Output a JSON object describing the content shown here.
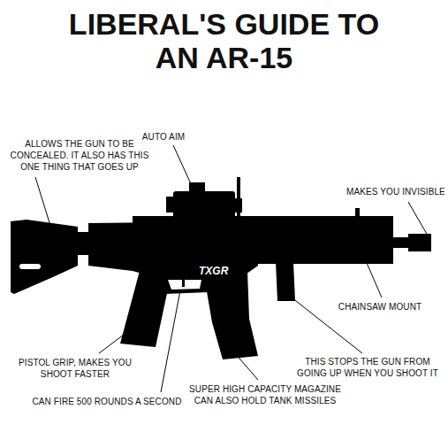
{
  "diagram": {
    "title": "LIBERAL'S GUIDE TO AN AR-15",
    "labels": [
      "AUTO AIM",
      "ALLOWS THE GUN TO BE CONCEALED. IT ALSO HAS THIS ONE THING THAT GOES UP",
      "MAKES YOU INVISIBLE",
      "TXGR",
      "CHAINSAW MOUNT",
      "PISTOL GRIP, MAKES YOU SHOOT FASTER",
      "THIS STOPS THE GUN FROM GOING UP WHEN YOU SHOOT IT",
      "CAN FIRE 500 ROUNDS A SECOND",
      "SUPER HIGH CAPACITY MAGAZINE CAN ALSO HOLD TANK MISSILES"
    ]
  }
}
